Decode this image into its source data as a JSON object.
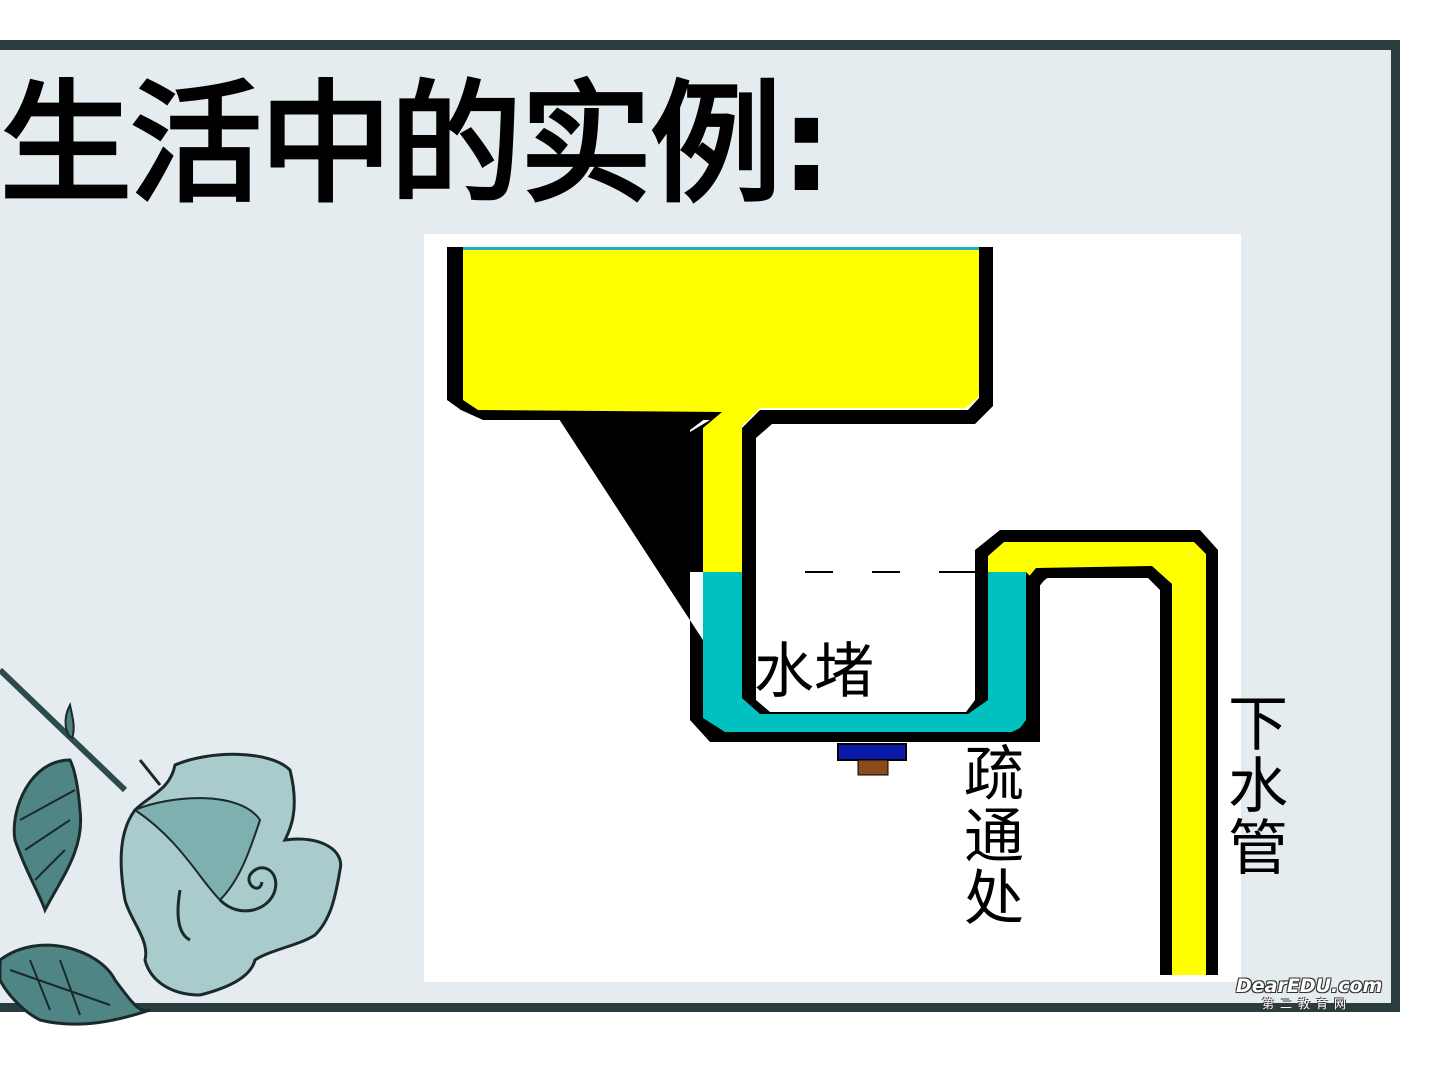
{
  "slide": {
    "title": "生活中的实例:",
    "background_color": "#e4ecef",
    "frame_color": "#2b3c3e"
  },
  "diagram": {
    "labels": {
      "clog": "水堵",
      "cleanout": [
        "疏",
        "通",
        "处"
      ],
      "drain_pipe": [
        "下",
        "水",
        "管"
      ]
    },
    "colors": {
      "air": "#ffff00",
      "water": "#00c0c0",
      "pipe_wall": "#000000",
      "plug_cap": "#0a1aa8",
      "plug_stem": "#8a4a1a"
    },
    "water_level_line": "dashed"
  },
  "decoration": {
    "image": "rose-illustration"
  },
  "watermark": {
    "line1": "DearEDU.com",
    "line2": "第二教育网"
  }
}
